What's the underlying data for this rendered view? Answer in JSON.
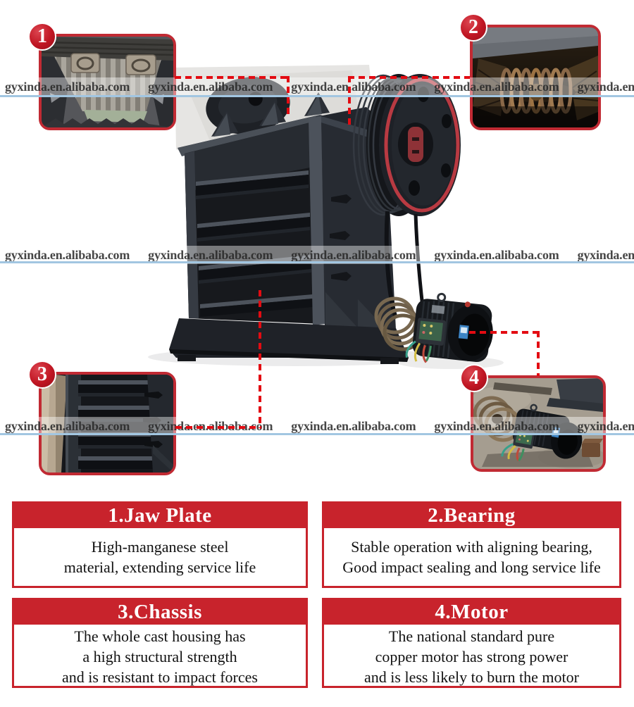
{
  "watermark": {
    "text": "gyxinda.en.alibaba.com"
  },
  "colors": {
    "header_red": "#c8232c",
    "inset_border_red": "#c12a33",
    "dashed_line_red": "#e30b12",
    "watermark_line_blue": "#a2c6e1",
    "badge_red": "#c01623"
  },
  "callouts": [
    {
      "number": "1",
      "title": "1.Jaw Plate",
      "description_lines": [
        "High-manganese steel",
        "material, extending service life"
      ]
    },
    {
      "number": "2",
      "title": "2.Bearing",
      "description_lines": [
        "Stable operation with aligning bearing,",
        "Good impact sealing and long service life"
      ]
    },
    {
      "number": "3",
      "title": "3.Chassis",
      "description_lines": [
        "The whole cast housing has",
        "a high structural strength",
        "and is resistant to impact forces"
      ]
    },
    {
      "number": "4",
      "title": "4.Motor",
      "description_lines": [
        "The national standard pure",
        "copper motor has strong power",
        "and is less likely to burn the motor"
      ]
    }
  ]
}
